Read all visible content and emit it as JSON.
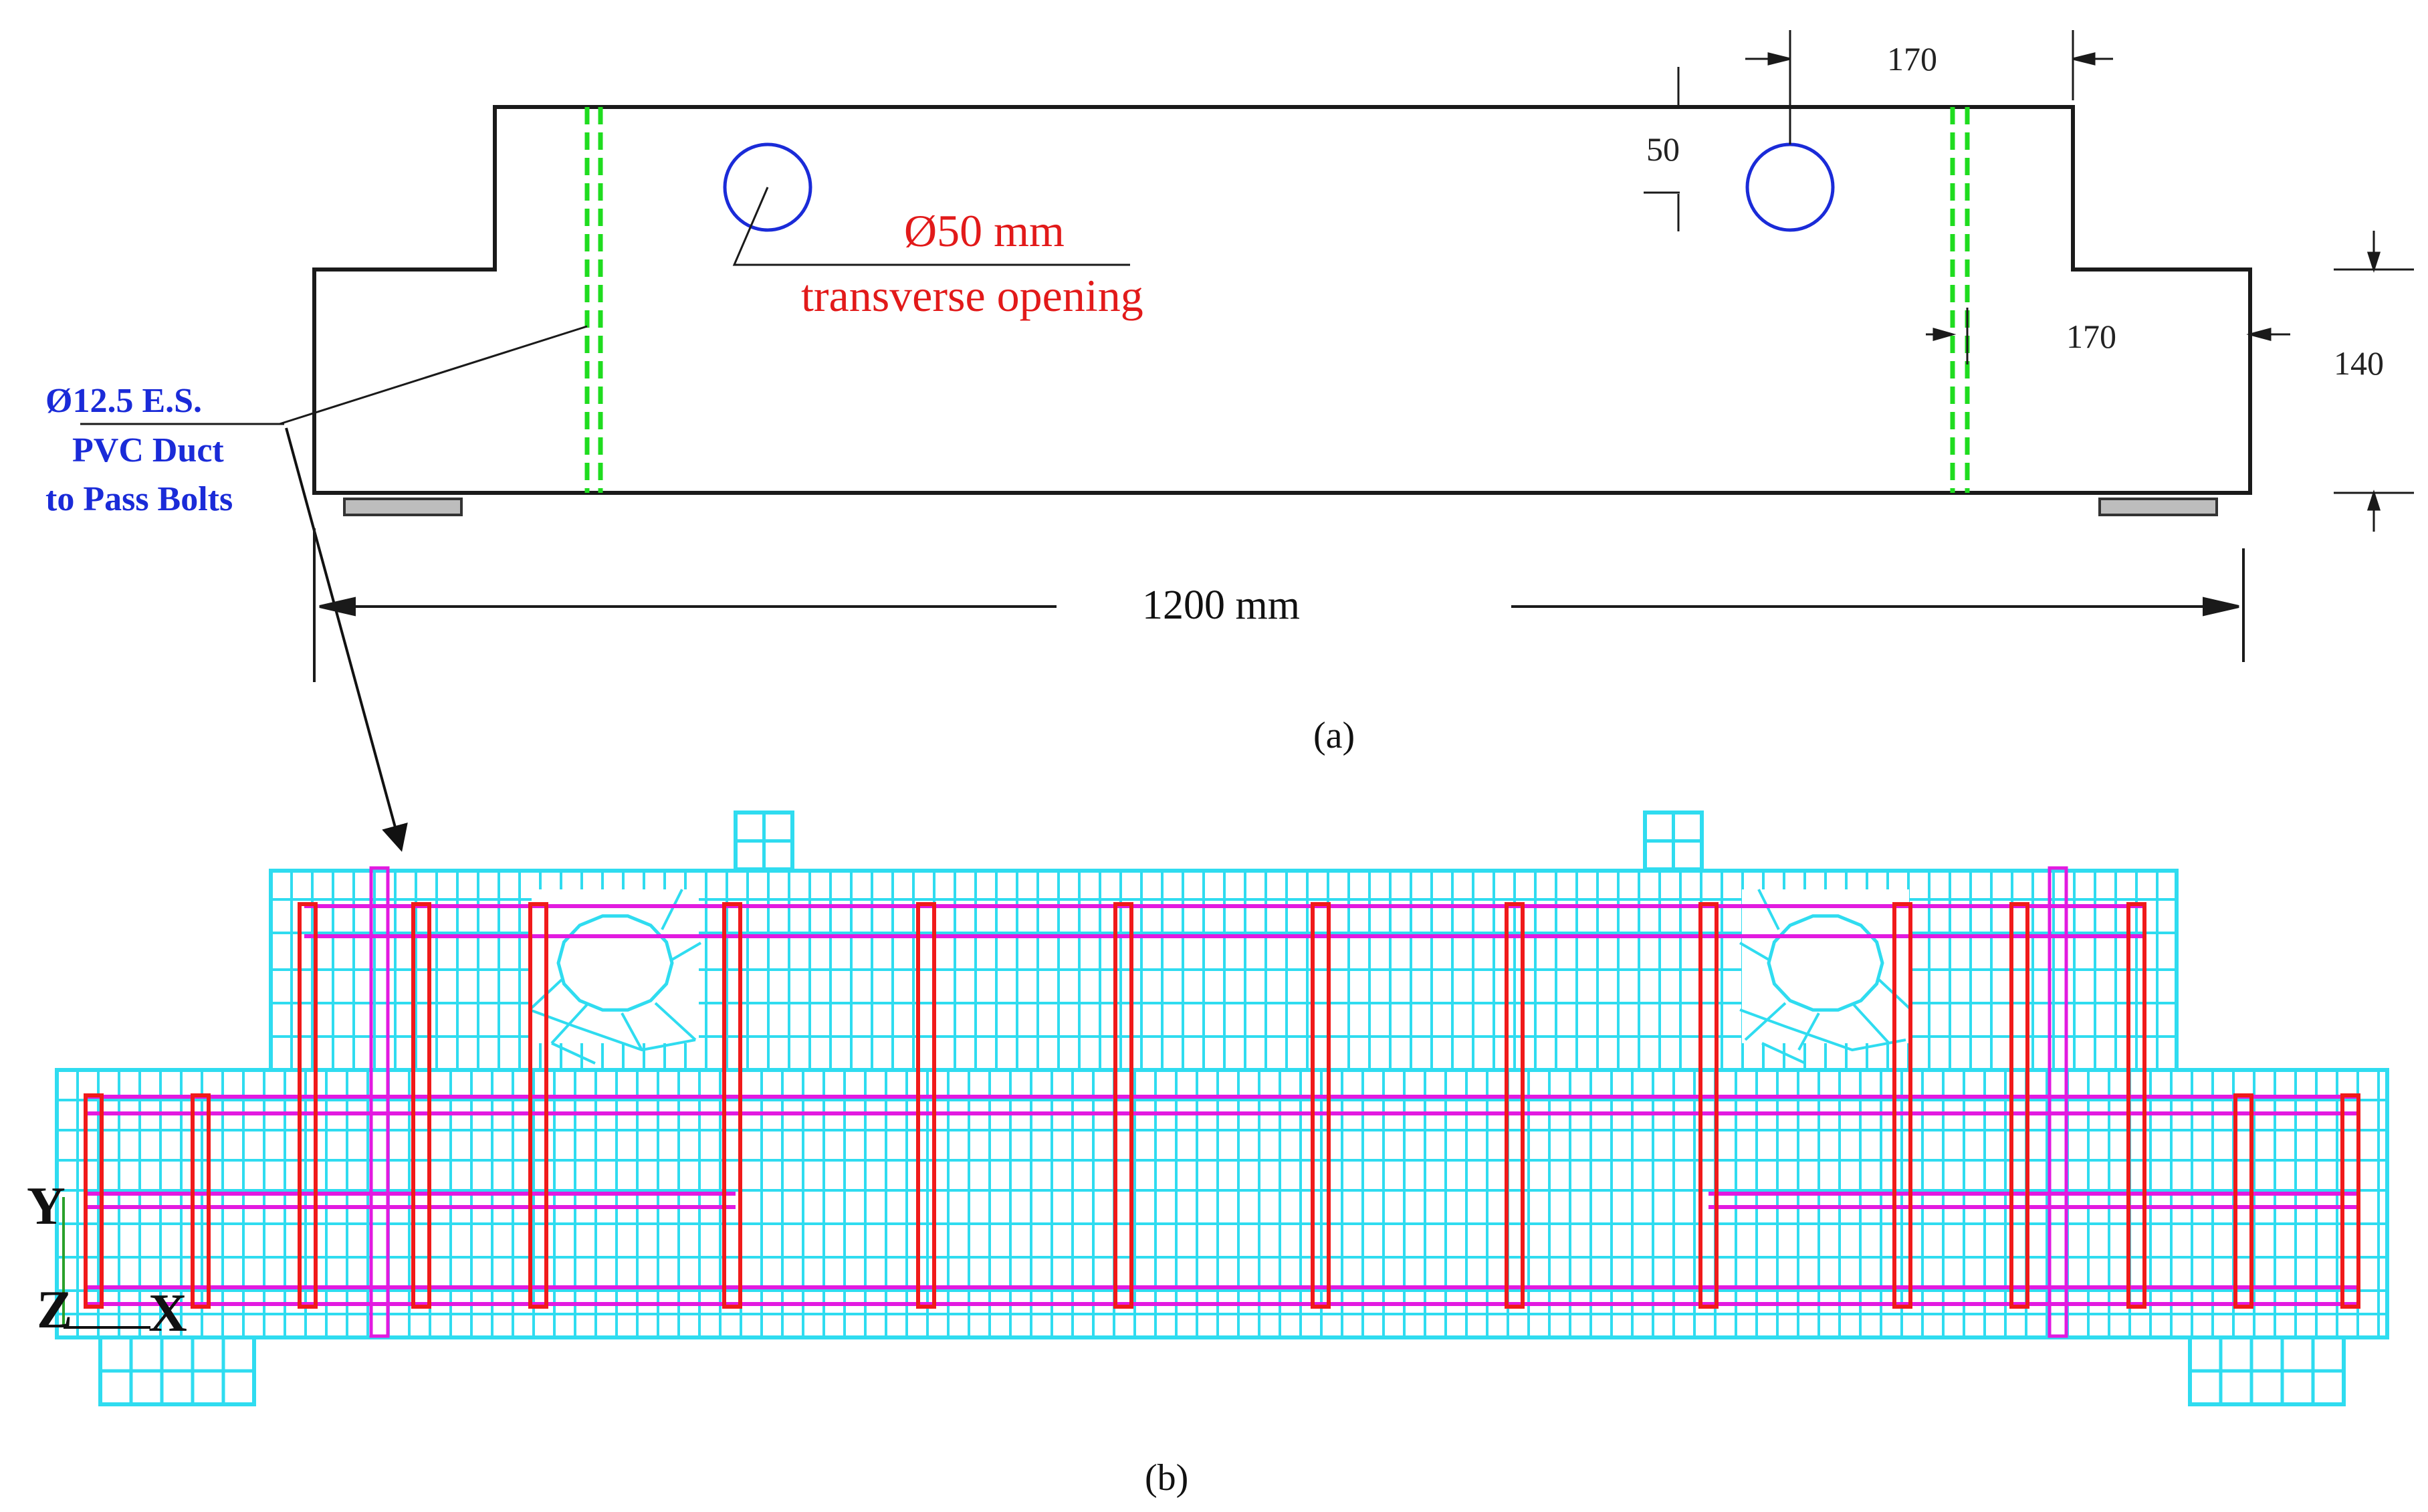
{
  "panel_a": {
    "caption": "(a)",
    "dim_top_width": "170",
    "dim_cover": "50",
    "dim_side_step": "170",
    "dim_depth": "140",
    "dim_span": "1200 mm",
    "opening_title": "Ø50 mm",
    "opening_subtitle": "transverse opening",
    "duct_label": [
      "Ø12.5 E.S.",
      "PVC Duct",
      "to Pass Bolts"
    ]
  },
  "panel_b": {
    "caption": "(b)",
    "axis_y": "Y",
    "axis_z": "Z",
    "axis_x": "X"
  },
  "colors": {
    "outline": "#1a1a1a",
    "duct": "#1fdc1f",
    "opening": "#1a2bd8",
    "opening_text": "#e21a1a",
    "mesh": "#2fdcf0",
    "stirrup": "#f01a1a",
    "longitudinal_bar": "#e21ae0"
  }
}
